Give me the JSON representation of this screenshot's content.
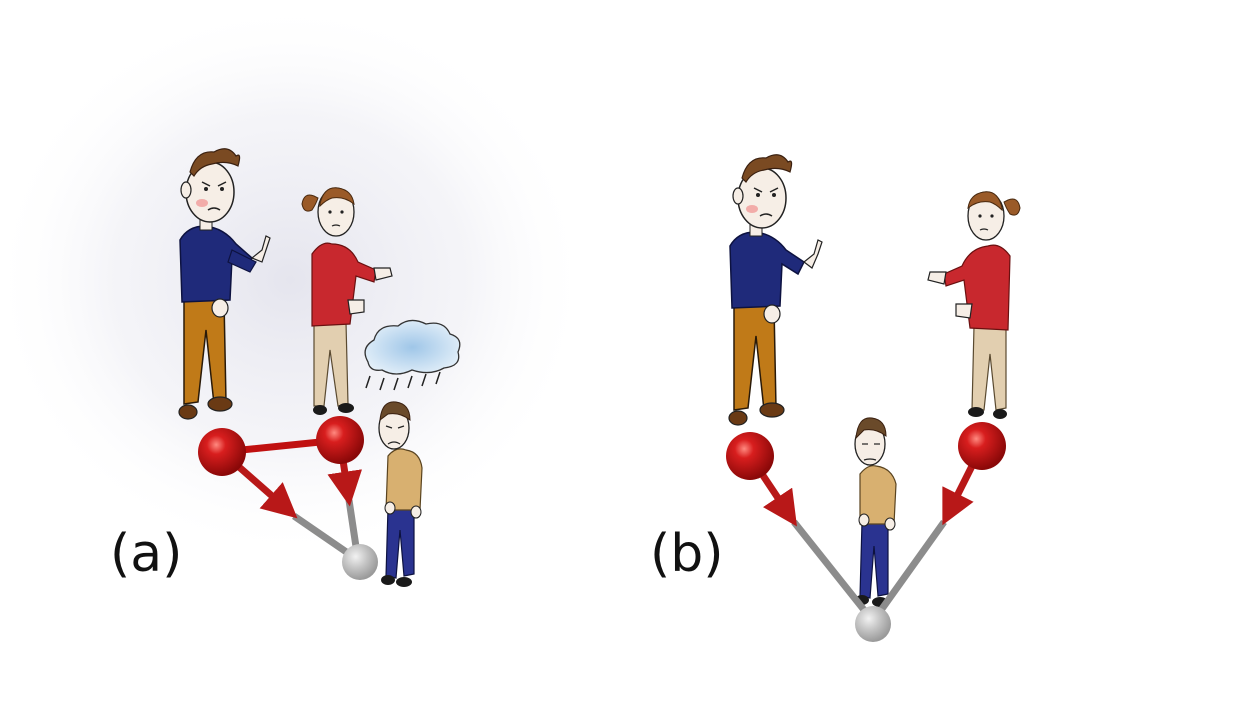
{
  "panels": [
    {
      "label": "(a)",
      "figures": [
        "man-blue-sweater",
        "woman-red-sweater",
        "sad-boy"
      ],
      "extra": "rain-cloud",
      "links": [
        "man-to-woman",
        "man-to-boy",
        "woman-to-boy"
      ]
    },
    {
      "label": "(b)",
      "figures": [
        "man-blue-sweater",
        "woman-red-sweater",
        "neutral-boy"
      ],
      "links": [
        "man-to-boy",
        "woman-to-boy"
      ]
    }
  ],
  "colors": {
    "node_red": "#c01010",
    "node_gray": "#b8b8b8",
    "edge_red": "#b81818",
    "edge_gray": "#8c8c8c",
    "sweater_blue": "#1f2a7a",
    "pants_brown": "#c07a18",
    "sweater_red": "#c8282e",
    "pants_beige": "#e2cfb0",
    "shirt_tan": "#d8b070",
    "jeans_blue": "#2a3390",
    "hair_brown": "#7a4a22",
    "skin": "#f6eee6",
    "cloud_blue": "#a8cce8"
  }
}
